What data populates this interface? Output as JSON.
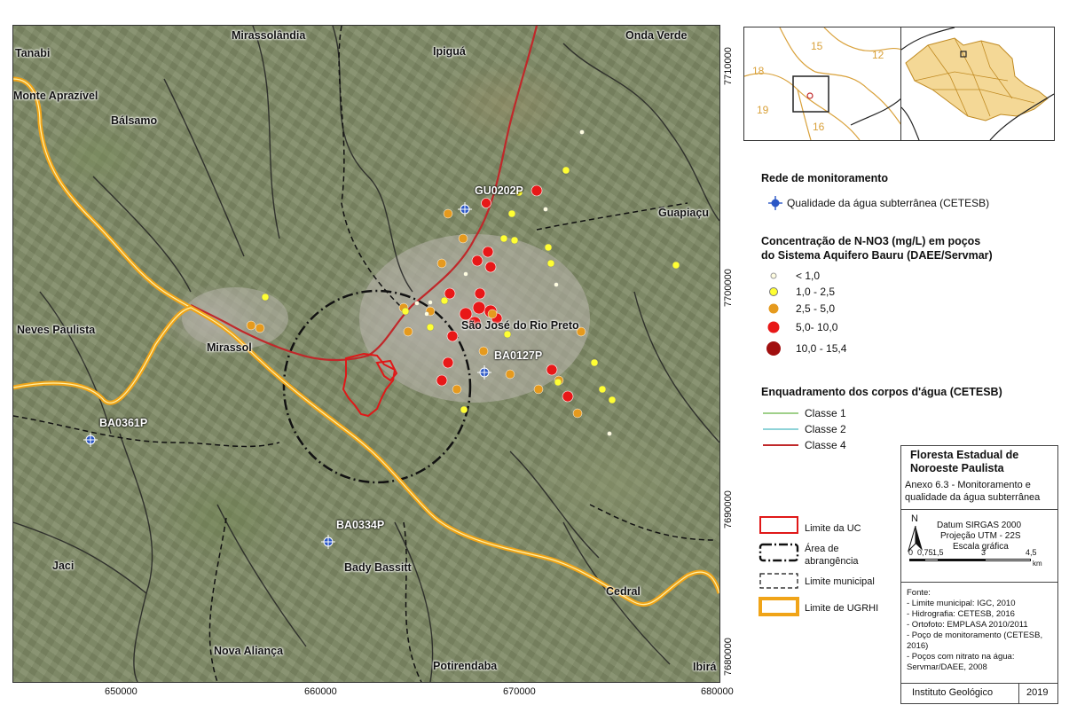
{
  "map": {
    "y_ticks": [
      "7710000",
      "7700000",
      "7690000",
      "7680000"
    ],
    "x_ticks": [
      "650000",
      "660000",
      "670000",
      "680000"
    ],
    "places": [
      {
        "id": "tanabi",
        "label": "Tanabi"
      },
      {
        "id": "mirassolandia",
        "label": "Mirassolândia"
      },
      {
        "id": "ipigua",
        "label": "Ipiguá"
      },
      {
        "id": "onda-verde",
        "label": "Onda Verde"
      },
      {
        "id": "monte-aprazivel",
        "label": "Monte Aprazível"
      },
      {
        "id": "balsamo",
        "label": "Bálsamo"
      },
      {
        "id": "guapiacu",
        "label": "Guapiaçu"
      },
      {
        "id": "neves-paulista",
        "label": "Neves Paulista"
      },
      {
        "id": "mirassol",
        "label": "Mirassol"
      },
      {
        "id": "sao-jose",
        "label": "São José do Rio Preto"
      },
      {
        "id": "bady-bassitt",
        "label": "Bady Bassitt"
      },
      {
        "id": "jaci",
        "label": "Jaci"
      },
      {
        "id": "cedral",
        "label": "Cedral"
      },
      {
        "id": "nova-alianca",
        "label": "Nova Aliança"
      },
      {
        "id": "potirendaba",
        "label": "Potirendaba"
      },
      {
        "id": "ibira",
        "label": "Ibirá"
      }
    ],
    "wells": [
      {
        "id": "gu0202p",
        "label": "GU0202P"
      },
      {
        "id": "ba0127p",
        "label": "BA0127P"
      },
      {
        "id": "ba0361p",
        "label": "BA0361P"
      },
      {
        "id": "ba0334p",
        "label": "BA0334P"
      }
    ]
  },
  "insets": {
    "ugrhi_numbers": [
      "18",
      "15",
      "12",
      "19",
      "16"
    ]
  },
  "legend": {
    "monitoring_title": "Rede de monitoramento",
    "monitoring_item": "Qualidade da água subterrânea (CETESB)",
    "nitrate_title_1": "Concentração de N-NO3 (mg/L) em poços",
    "nitrate_title_2": "do Sistema Aquifero Bauru (DAEE/Servmar)",
    "nitrate_classes": [
      {
        "label": "< 1,0",
        "color": "#fffde0"
      },
      {
        "label": "1,0 - 2,5",
        "color": "#ffff33"
      },
      {
        "label": "2,5 - 5,0",
        "color": "#e59a1e"
      },
      {
        "label": "5,0- 10,0",
        "color": "#e81818"
      },
      {
        "label": "10,0 - 15,4",
        "color": "#a10f0f"
      }
    ],
    "water_title": "Enquadramento dos corpos d'água (CETESB)",
    "water_classes": [
      {
        "label": "Classe 1",
        "color": "#9fd08a"
      },
      {
        "label": "Classe 2",
        "color": "#8fd3d8"
      },
      {
        "label": "Classe 4",
        "color": "#c0282a"
      }
    ],
    "limits": [
      {
        "label": "Limite da UC"
      },
      {
        "label_1": "Área de",
        "label_2": "abrangência"
      },
      {
        "label": "Limite municipal"
      },
      {
        "label": "Limite de UGRHI"
      }
    ]
  },
  "title_block": {
    "title_1": "Floresta Estadual de",
    "title_2": "Noroeste Paulista",
    "subtitle_1": "Anexo 6.3 -  Monitoramento e",
    "subtitle_2": "qualidade da água subterrânea",
    "north": "N",
    "datum": "Datum SIRGAS 2000",
    "projection": "Projeção UTM - 22S",
    "scale_title": "Escala gráfica",
    "scale_labels": [
      "0",
      "0,75",
      "1,5",
      "3",
      "4,5"
    ],
    "scale_unit": "km",
    "sources_title": "Fonte:",
    "sources": [
      "- Limite municipal: IGC, 2010",
      "- Hidrografia: CETESB, 2016",
      "- Ortofoto: EMPLASA 2010/2011",
      "- Poço de monitoramento (CETESB,",
      "2016)",
      "- Poços com nitrato na água:",
      "Servmar/DAEE, 2008"
    ],
    "institute": "Instituto Geológico",
    "year": "2019"
  },
  "colors": {
    "ugrhi": "#f0a418",
    "uc": "#d62020",
    "river4": "#c0282a",
    "well": "#2a56c6"
  }
}
